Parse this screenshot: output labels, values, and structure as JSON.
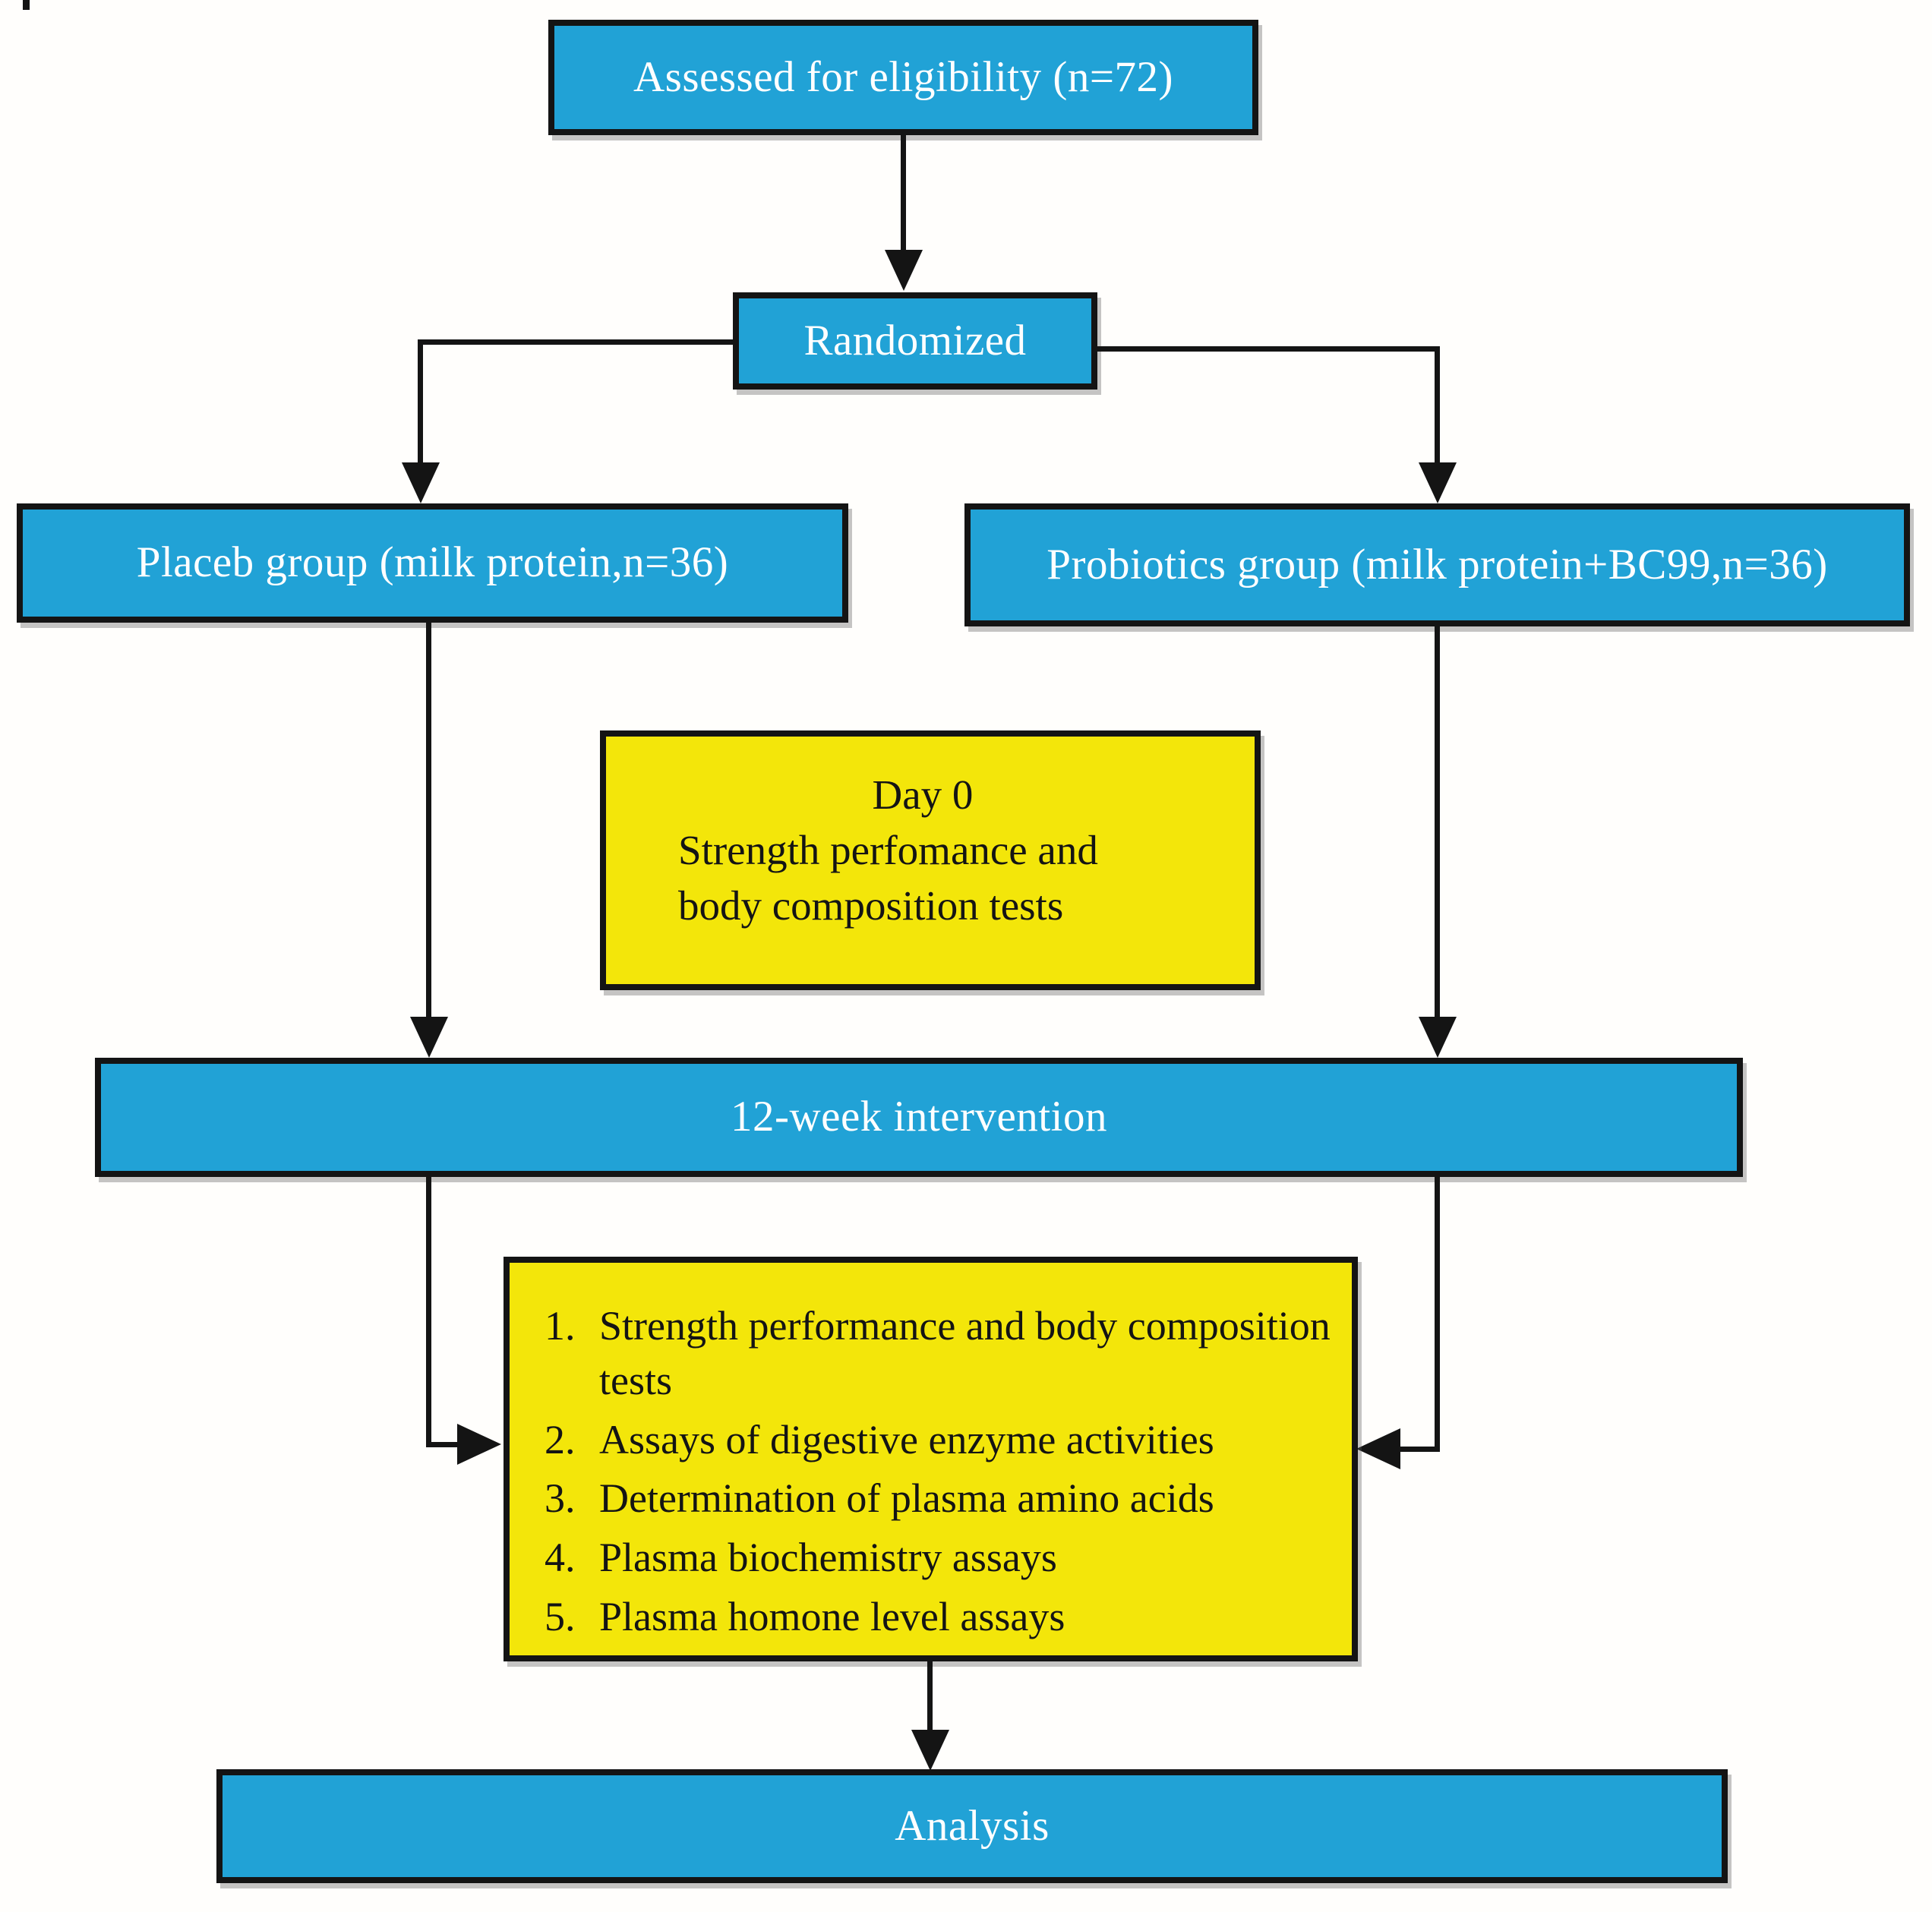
{
  "diagram": {
    "title_box": {
      "label": "Assessed for eligibility (n=72)"
    },
    "randomized_box": {
      "label": "Randomized"
    },
    "placebo_box": {
      "label": "Placeb group (milk protein,n=36)"
    },
    "probiotics_box": {
      "label": "Probiotics group (milk protein+BC99,n=36)"
    },
    "day0_box": {
      "title": "Day 0",
      "line1": "Strength perfomance and",
      "line2": "body composition tests"
    },
    "intervention_box": {
      "label": "12-week intervention"
    },
    "outcomes_box": {
      "items": [
        {
          "num": "1.",
          "text": "Strength performance and body composition tests"
        },
        {
          "num": "2.",
          "text": "Assays of  digestive enzyme activities"
        },
        {
          "num": "3.",
          "text": "Determination of plasma amino acids"
        },
        {
          "num": "4.",
          "text": "Plasma biochemistry assays"
        },
        {
          "num": "5.",
          "text": "Plasma homone level assays"
        }
      ]
    },
    "analysis_box": {
      "label": "Analysis"
    },
    "colors": {
      "process_box_fill": "#21A2D6",
      "highlight_box_fill": "#F3E60A",
      "border_and_lines": "#141414",
      "process_text": "#FFFFFF",
      "highlight_text": "#141414"
    }
  }
}
